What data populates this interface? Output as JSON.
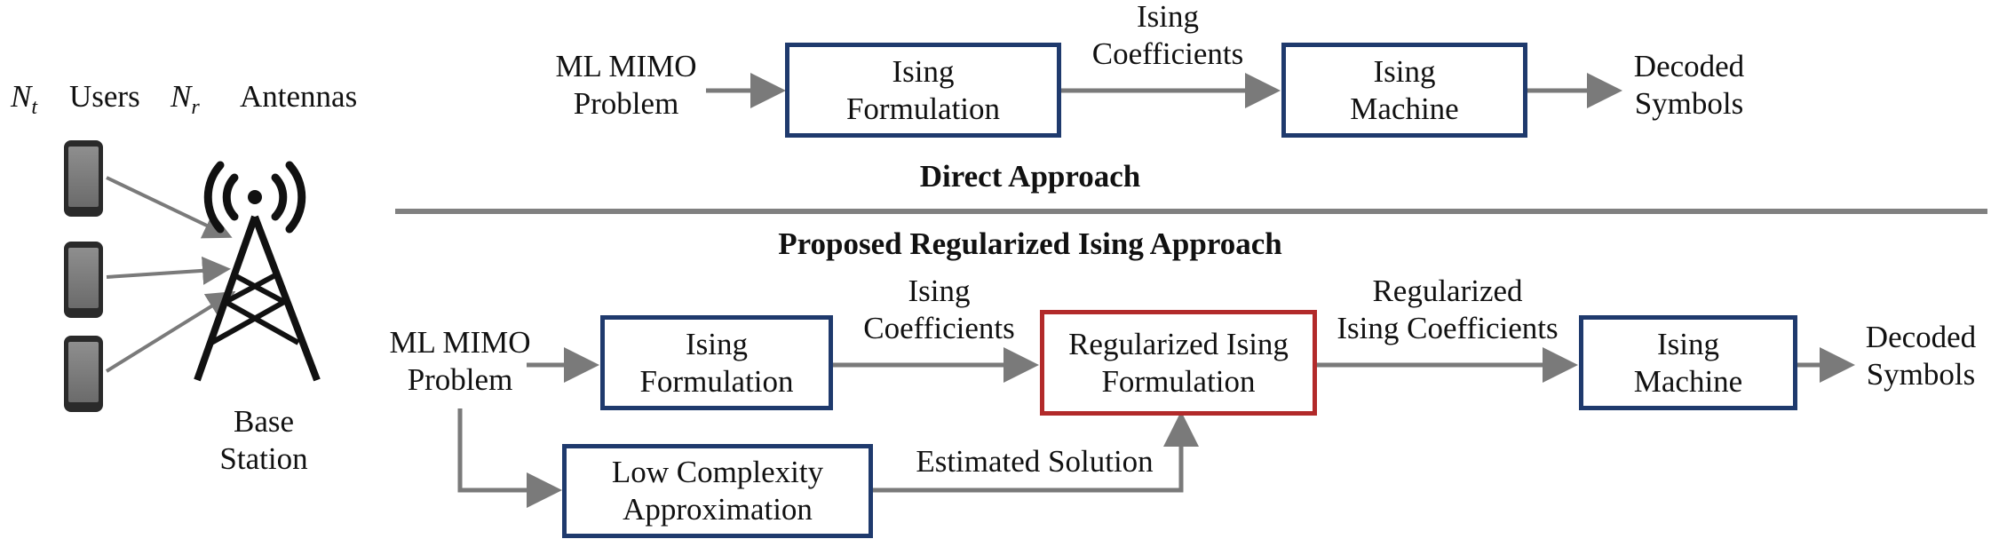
{
  "left": {
    "nt_symbol": "N",
    "nt_sub": "t",
    "users_label": "Users",
    "nr_symbol": "N",
    "nr_sub": "r",
    "antennas_label": "Antennas",
    "base_station_label": "Base\nStation"
  },
  "direct": {
    "input_label": "ML MIMO\nProblem",
    "formulation_label": "Ising\nFormulation",
    "coefficients_label": "Ising\nCoefficients",
    "machine_label": "Ising\nMachine",
    "output_label": "Decoded\nSymbols",
    "title": "Direct Approach"
  },
  "proposed": {
    "title": "Proposed Regularized Ising Approach",
    "input_label": "ML MIMO\nProblem",
    "formulation_label": "Ising\nFormulation",
    "coefficients_label": "Ising\nCoefficients",
    "regularized_formulation_label": "Regularized Ising\nFormulation",
    "regularized_coefficients_label": "Regularized\nIsing Coefficients",
    "machine_label": "Ising\nMachine",
    "output_label": "Decoded\nSymbols",
    "low_complexity_label": "Low Complexity\nApproximation",
    "estimated_solution_label": "Estimated Solution"
  },
  "colors": {
    "box_border": "#1f3a6d",
    "highlight_border": "#b22a2a",
    "arrow": "#7a7a7a",
    "divider": "#808080"
  }
}
